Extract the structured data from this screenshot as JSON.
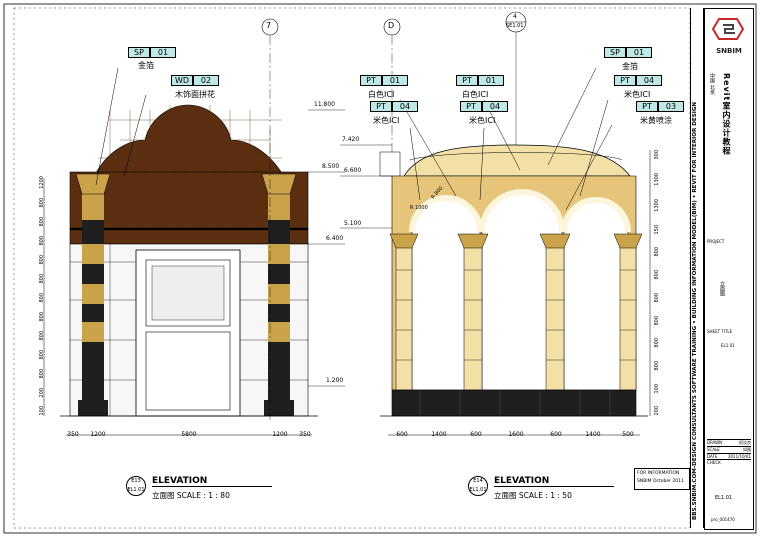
{
  "grids": {
    "g7": "7",
    "gD": "D",
    "detail_top": "4",
    "detail_bottom": "SE1.01"
  },
  "tags_left": [
    {
      "code": "SP",
      "num": "01",
      "desc": "金箔"
    },
    {
      "code": "WD",
      "num": "02",
      "desc": "木饰面拼花"
    }
  ],
  "tags_right": [
    {
      "code": "PT",
      "num": "01",
      "desc": "白色ICI"
    },
    {
      "code": "PT",
      "num": "04",
      "desc": "米色ICI"
    },
    {
      "code": "PT",
      "num": "01",
      "desc": "白色ICI"
    },
    {
      "code": "PT",
      "num": "04",
      "desc": "米色ICI"
    },
    {
      "code": "SP",
      "num": "01",
      "desc": "金箔"
    },
    {
      "code": "PT",
      "num": "04",
      "desc": "米色ICI"
    },
    {
      "code": "PT",
      "num": "03",
      "desc": "米黄喷涂"
    }
  ],
  "levels_left": [
    "11.800",
    "8.500",
    "6.400",
    "1.200"
  ],
  "levels_right": [
    "7.420",
    "6.600",
    "5.100"
  ],
  "radii": {
    "r1": "R 800",
    "r2": "R 1000"
  },
  "dims_left_bottom": [
    "350",
    "1200",
    "5800",
    "1200",
    "350"
  ],
  "dims_left_side": [
    "1200",
    "800",
    "800",
    "800",
    "800",
    "800",
    "800",
    "800",
    "800",
    "800",
    "800",
    "200",
    "100"
  ],
  "dims_right_bottom": [
    "600",
    "1400",
    "600",
    "1600",
    "600",
    "1400",
    "500"
  ],
  "dims_right_side": [
    "300",
    "1300",
    "1300",
    "150",
    "800",
    "800",
    "800",
    "800",
    "800",
    "800",
    "100",
    "200"
  ],
  "title_left": {
    "bubble_top": "E13",
    "bubble_bottom": "EL1.01",
    "title": "ELEVATION",
    "scale": "立面图 SCALE : 1 : 80"
  },
  "title_right": {
    "bubble_top": "E14",
    "bubble_bottom": "EL1.01",
    "title": "ELEVATION",
    "scale": "立面图 SCALE : 1 : 50"
  },
  "info_box": {
    "line1": "FOR INFORMATION",
    "line2": "SNBIM October 2011"
  },
  "vertical_strip": "BBS.SNBIM.COM-DESIGN CONSULTANTS   SOFTWARE TRAINING  • BUILDING INFORMATION MODEL(BIM) • REVIT FOR INTERIOR DESIGN",
  "logo": "SNBIM",
  "course_title": "Revit室内设计教程",
  "course_sub": "中国 北京",
  "side_labels": [
    "PROJECT",
    "立面图",
    "SHEET TITLE",
    "EL1.01"
  ],
  "titleblock": [
    {
      "k": "DRAWN",
      "v": "倪汝良"
    },
    {
      "k": "SCALE",
      "v": "如图"
    },
    {
      "k": "DATE",
      "v": "2011/10/01"
    },
    {
      "k": "CHECK",
      "v": ""
    }
  ],
  "sheet_no": "EL1.01",
  "project_no": "pro_001470",
  "colors": {
    "tag": "#bfe9e6",
    "wood": "#5a2e0e",
    "gold": "#c9a24a",
    "beige": "#f3e0a6",
    "marble": "#1f1f1f"
  }
}
